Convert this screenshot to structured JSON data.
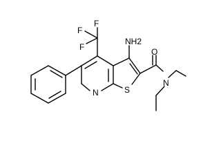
{
  "molecule": {
    "labels": {
      "f_top": "F",
      "f_left": "F",
      "f_lower": "F",
      "nh2": "NH2",
      "o": "O",
      "n_amide": "N",
      "n_pyridine": "N",
      "s": "S"
    }
  },
  "colors": {
    "bond": "#000000",
    "background": "#ffffff"
  }
}
